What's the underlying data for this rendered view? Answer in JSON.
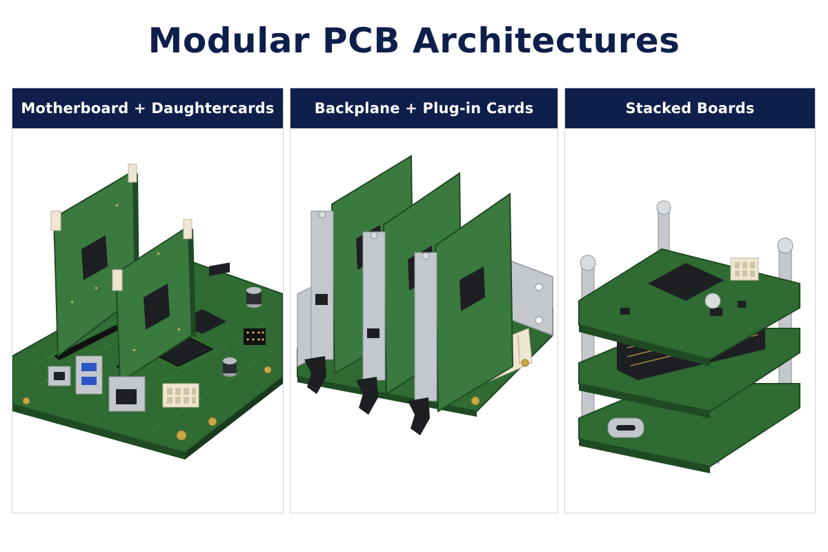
{
  "title": "Modular PCB Architectures",
  "colors": {
    "navy": "#0f1f4b",
    "pcb_green": "#2f6b33",
    "pcb_dark": "#1f4a24",
    "gold": "#c9a84a",
    "chip": "#1d1f22",
    "steel": "#c4c7cb",
    "connector_ivory": "#efe6d2"
  },
  "panels": [
    {
      "id": "motherboard",
      "heading": "Motherboard + Daughtercards"
    },
    {
      "id": "backplane",
      "heading": "Backplane + Plug-in Cards"
    },
    {
      "id": "stacked",
      "heading": "Stacked Boards"
    }
  ]
}
